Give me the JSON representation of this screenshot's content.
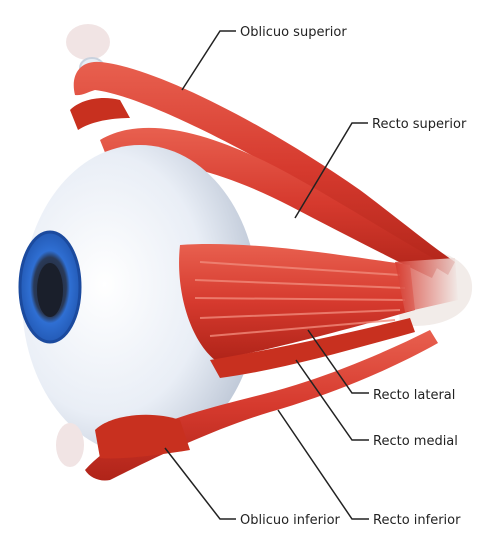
{
  "labels": {
    "oblicuo_superior": "Oblicuo superior",
    "recto_superior": "Recto superior",
    "recto_lateral": "Recto lateral",
    "recto_medial": "Recto medial",
    "oblicuo_inferior": "Oblicuo inferior",
    "recto_inferior": "Recto inferior"
  },
  "colors": {
    "muscle": "#d63a2e",
    "muscle_dark": "#b02419",
    "muscle_highlight": "#f08a7a",
    "sclera": "#eef2f8",
    "iris": "#2f6fd3",
    "pupil": "#1a1f2b",
    "leader_line": "#222222"
  }
}
